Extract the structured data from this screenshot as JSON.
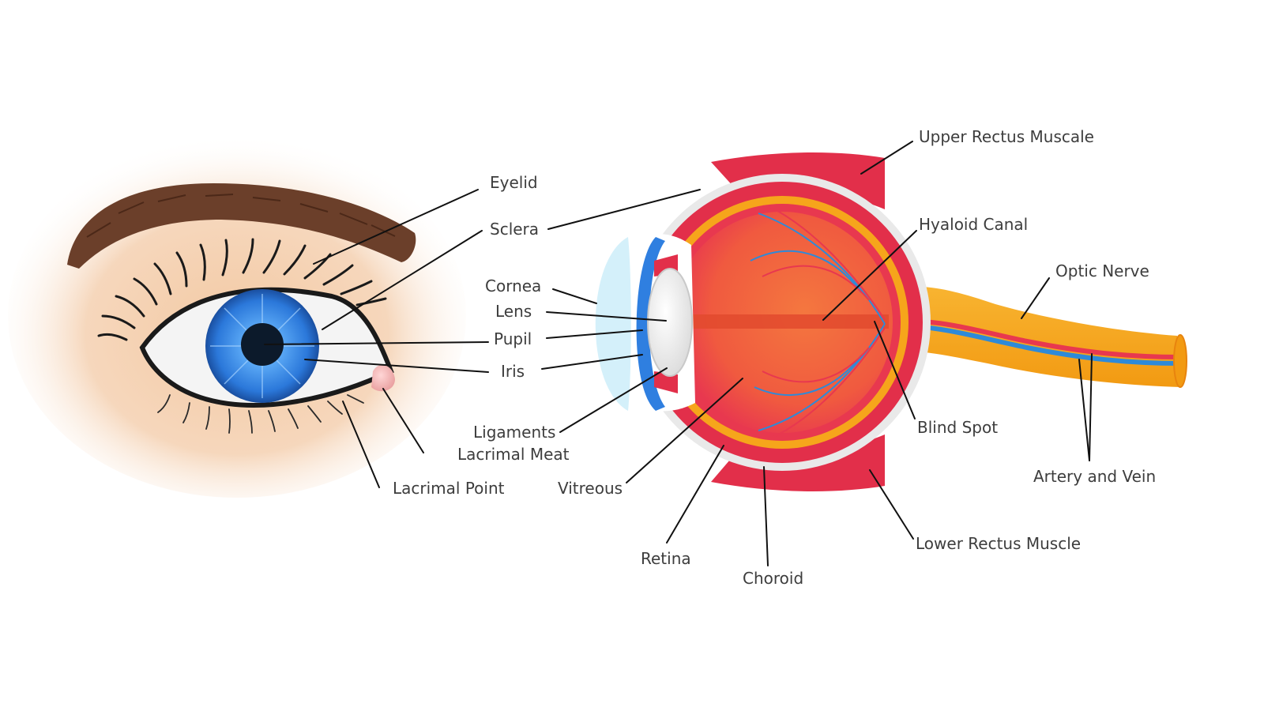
{
  "diagram": {
    "labels": {
      "eyelid": "Eyelid",
      "sclera": "Sclera",
      "cornea": "Cornea",
      "lens": "Lens",
      "pupil": "Pupil",
      "iris": "Iris",
      "ligaments": "Ligaments",
      "lacrimal_meat": "Lacrimal Meat",
      "lacrimal_point": "Lacrimal Point",
      "vitreous": "Vitreous",
      "retina": "Retina",
      "choroid": "Choroid",
      "upper_rectus": "Upper Rectus Muscale",
      "hyaloid_canal": "Hyaloid Canal",
      "optic_nerve": "Optic Nerve",
      "blind_spot": "Blind Spot",
      "artery_vein": "Artery and Vein",
      "lower_rectus": "Lower Rectus Muscle"
    },
    "colors": {
      "skin": "#f1c9a6",
      "brow": "#6b3f2a",
      "lash": "#1a1a1a",
      "iris": "#2f7fe0",
      "pupil": "#0c1a2b",
      "sclera_white": "#f4f4f4",
      "muscle": "#e22f4a",
      "choroid": "#f6a51b",
      "vitreous": "#f26b3c",
      "cornea": "#bfe6f5",
      "nerve": "#f6a51b",
      "vessel_blue": "#2e8ad8",
      "vessel_red": "#e8384f"
    }
  }
}
